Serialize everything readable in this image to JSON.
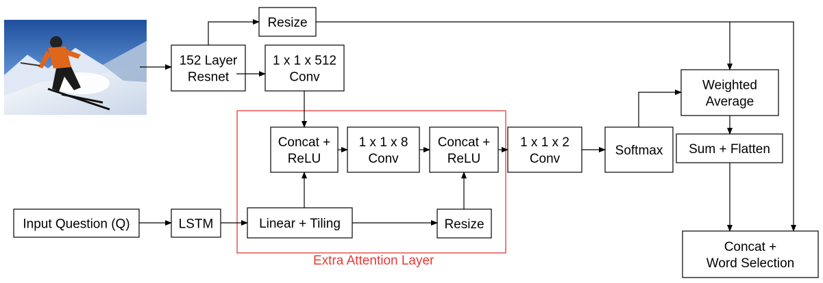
{
  "diagram": {
    "region": {
      "label": "Extra Attention Layer",
      "color": "#e53935"
    },
    "input_image": {
      "description_icon": "skier-photo-icon"
    },
    "nodes": {
      "resize_top": [
        "Resize"
      ],
      "resnet": [
        "152 Layer",
        "Resnet"
      ],
      "conv512": [
        "1 x 1 x 512",
        "Conv"
      ],
      "concat_relu_1": [
        "Concat +",
        "ReLU"
      ],
      "conv8": [
        "1 x 1 x 8",
        "Conv"
      ],
      "concat_relu_2": [
        "Concat +",
        "ReLU"
      ],
      "conv2": [
        "1 x 1 x 2",
        "Conv"
      ],
      "softmax": [
        "Softmax"
      ],
      "weighted_avg": [
        "Weighted",
        "Average"
      ],
      "sum_flatten": [
        "Sum + Flatten"
      ],
      "concat_word": [
        "Concat +",
        "Word Selection"
      ],
      "input_question": [
        "Input Question (Q)"
      ],
      "lstm": [
        "LSTM"
      ],
      "linear_tiling": [
        "Linear + Tiling"
      ],
      "resize_bottom": [
        "Resize"
      ]
    }
  }
}
